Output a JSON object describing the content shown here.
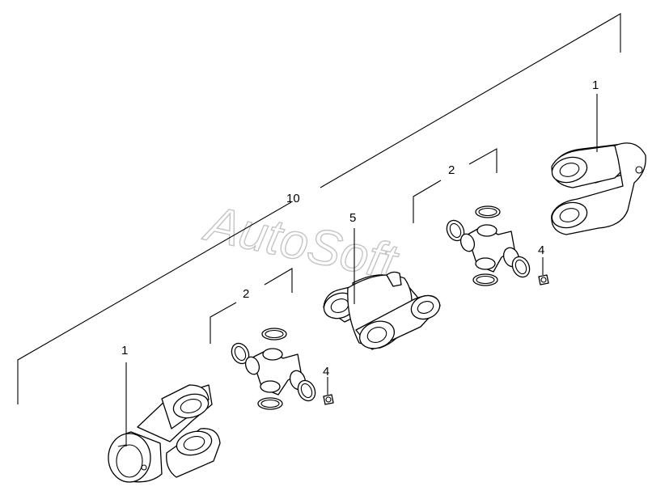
{
  "watermark": "AutoSoft",
  "callouts": {
    "assembly": "10",
    "yoke_left": "1",
    "yoke_right": "1",
    "cross_kit_left": "2",
    "cross_kit_right": "2",
    "grease_fitting_left": "4",
    "grease_fitting_right": "4",
    "center_yoke": "5"
  }
}
